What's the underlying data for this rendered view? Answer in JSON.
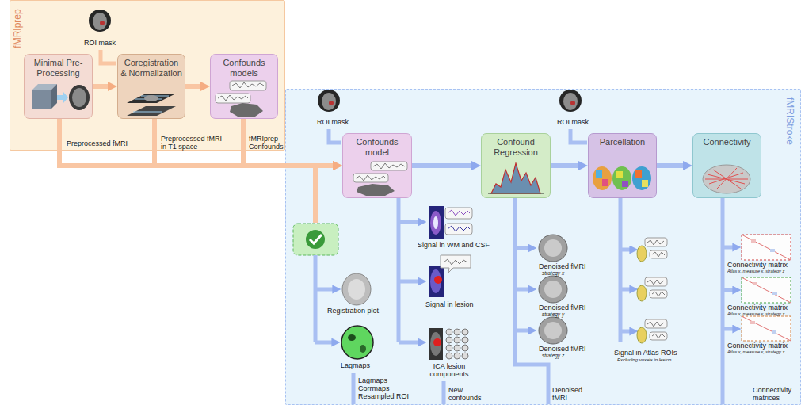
{
  "diagram": {
    "nodes": [
      {
        "text": [
          "fMRIprep"
        ]
      },
      {
        "text": [
          "Minimal Pre-Processing"
        ],
        "in": 0
      },
      {
        "text": [
          "Coregistration & Normalization"
        ],
        "in": 0
      },
      {
        "text": [
          "Confounds models"
        ],
        "in": 0
      },
      {
        "text": [
          "fMRIStroke"
        ]
      },
      {
        "text": [
          "Confounds model"
        ],
        "in": 4
      },
      {
        "text": [
          "Confound Regression"
        ],
        "in": 4
      },
      {
        "text": [
          "Parcellation"
        ],
        "in": 4
      },
      {
        "text": [
          "Connectivity"
        ],
        "in": 4
      }
    ],
    "edges": [
      {
        "from": 1,
        "to": 2,
        "arrow": "to"
      },
      {
        "from": 2,
        "to": 3,
        "arrow": "to"
      },
      {
        "from": 1,
        "to": 5,
        "arrow": "to"
      },
      {
        "from": 2,
        "to": 5,
        "arrow": "to"
      },
      {
        "from": 3,
        "to": 5,
        "arrow": "to"
      },
      {
        "from": 5,
        "to": 6,
        "arrow": "to"
      },
      {
        "from": 6,
        "to": 7,
        "arrow": "to"
      },
      {
        "from": 7,
        "to": 8,
        "arrow": "to"
      }
    ],
    "labels": [
      "ROI mask",
      "Preprocessed fMRI",
      "Preprocessed fMRI in T1 space",
      "fMRIprep Confounds",
      "ROI mask",
      "ROI mask",
      "Registration plot",
      "Lagmaps",
      "Lagmaps Corrmaps Resampled ROI",
      "Signal in WM and CSF",
      "Signal in lesion",
      "ICA lesion components",
      "New confounds",
      "Denoised fMRI",
      "strategy x",
      "Denoised fMRI",
      "strategy y",
      "Denoised fMRI",
      "strategy z",
      "Denoised fMRI",
      "Signal in Atlas ROIs",
      "Excluding voxels in lesion",
      "Connectivity matrix",
      "Atlas x, measure x, strategy z",
      "Connectivity matrix",
      "Atlas x, measure x, strategy z",
      "Connectivity matrix",
      "Atlas x, measure x, strategy z",
      "Connectivity matrices"
    ]
  }
}
